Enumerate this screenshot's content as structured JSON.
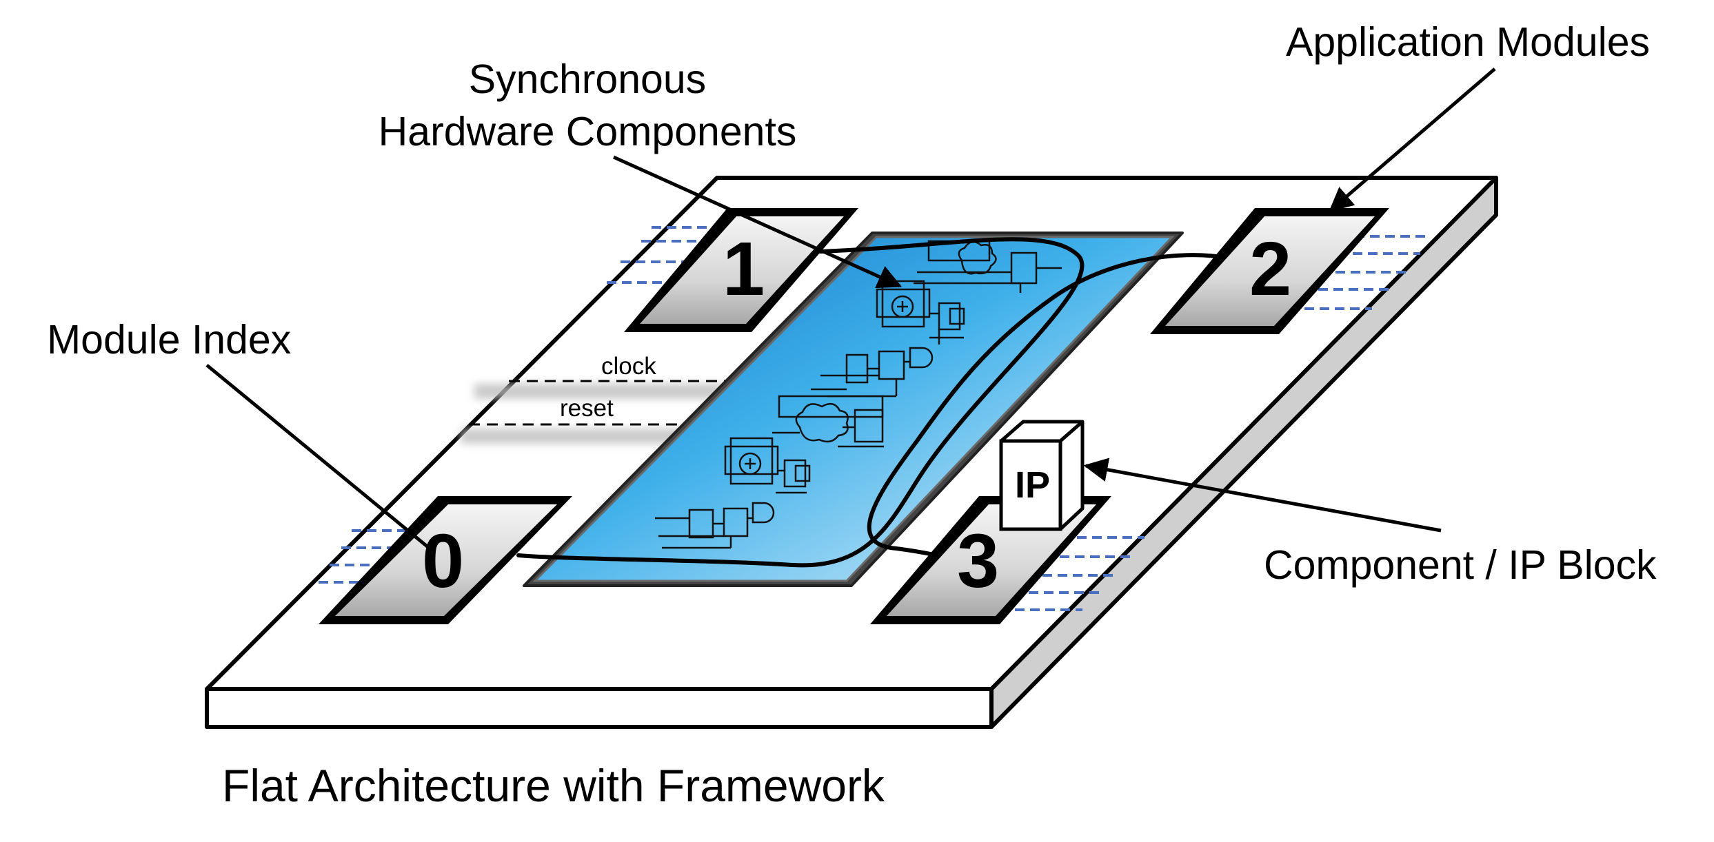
{
  "callouts": {
    "synchronous_line1": "Synchronous",
    "synchronous_line2": "Hardware Components",
    "application_modules": "Application Modules",
    "module_index": "Module Index",
    "component_ip": "Component / IP Block"
  },
  "signals": {
    "clock": "clock",
    "reset": "reset"
  },
  "modules": [
    {
      "index": "0"
    },
    {
      "index": "1"
    },
    {
      "index": "2"
    },
    {
      "index": "3"
    }
  ],
  "ip_block": {
    "label": "IP"
  },
  "caption": "Flat Architecture with Framework",
  "colors": {
    "outline": "#000000",
    "dashed_link": "#4a6fbf",
    "fabric_dark": "#1e8fd6",
    "fabric_light": "#eef7fd",
    "module_face": "#dcdcdc"
  }
}
